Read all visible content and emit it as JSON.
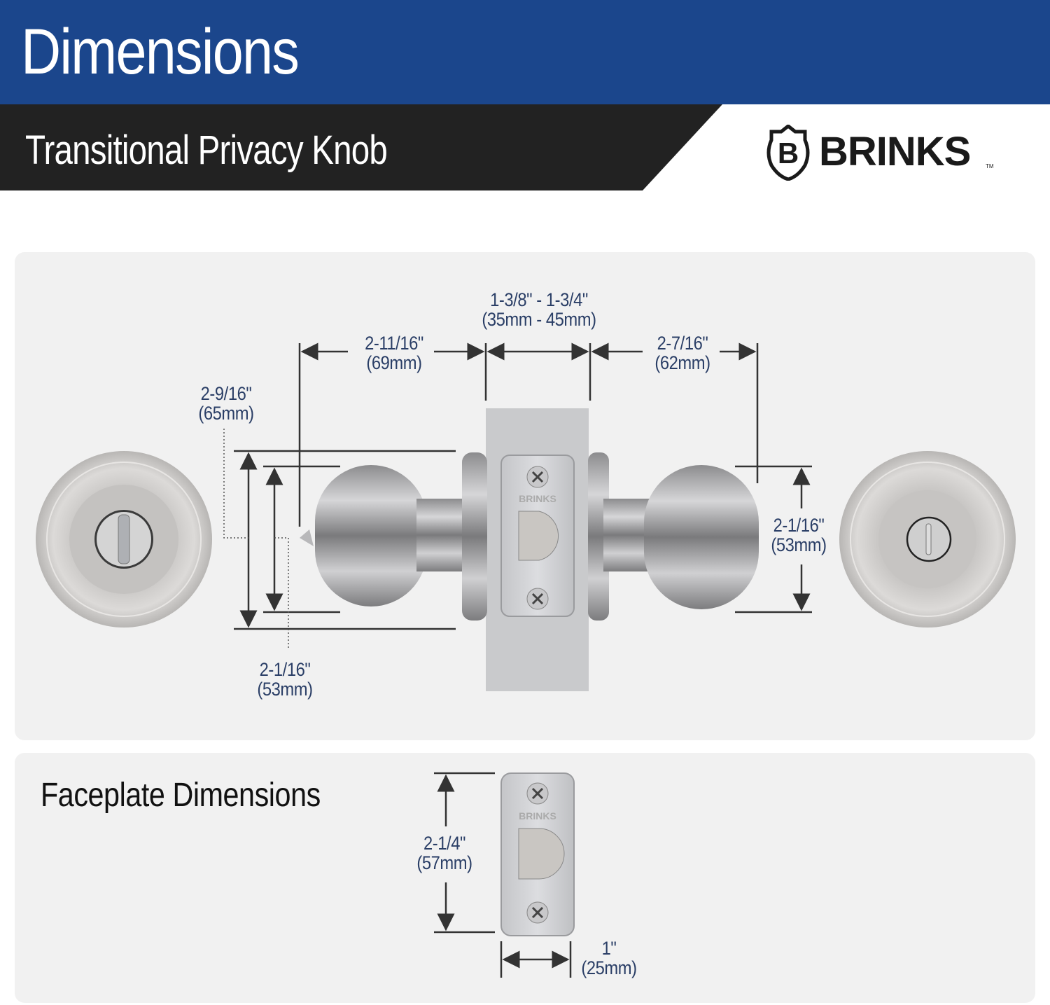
{
  "header": {
    "title": "Dimensions",
    "subtitle": "Transitional Privacy Knob",
    "brand": "BRINKS",
    "brand_tm": "TM",
    "brand_badge_letter": "B",
    "colors": {
      "banner": "#1b468c",
      "subbar": "#222222",
      "dim_text": "#2a3e66",
      "panel": "#f1f1f1"
    }
  },
  "main_diagram": {
    "door_thickness": {
      "inch": "1-3/8\" - 1-3/4\"",
      "mm": "(35mm - 45mm)"
    },
    "inside_projection": {
      "inch": "2-11/16\"",
      "mm": "(69mm)"
    },
    "outside_projection": {
      "inch": "2-7/16\"",
      "mm": "(62mm)"
    },
    "rose_diameter": {
      "inch": "2-9/16\"",
      "mm": "(65mm)"
    },
    "inside_knob_diameter": {
      "inch": "2-1/16\"",
      "mm": "(53mm)"
    },
    "outside_knob_diameter": {
      "inch": "2-1/16\"",
      "mm": "(53mm)"
    },
    "latch_brand": "BRINKS"
  },
  "faceplate": {
    "title": "Faceplate Dimensions",
    "height": {
      "inch": "2-1/4\"",
      "mm": "(57mm)"
    },
    "width": {
      "inch": "1\"",
      "mm": "(25mm)"
    }
  }
}
